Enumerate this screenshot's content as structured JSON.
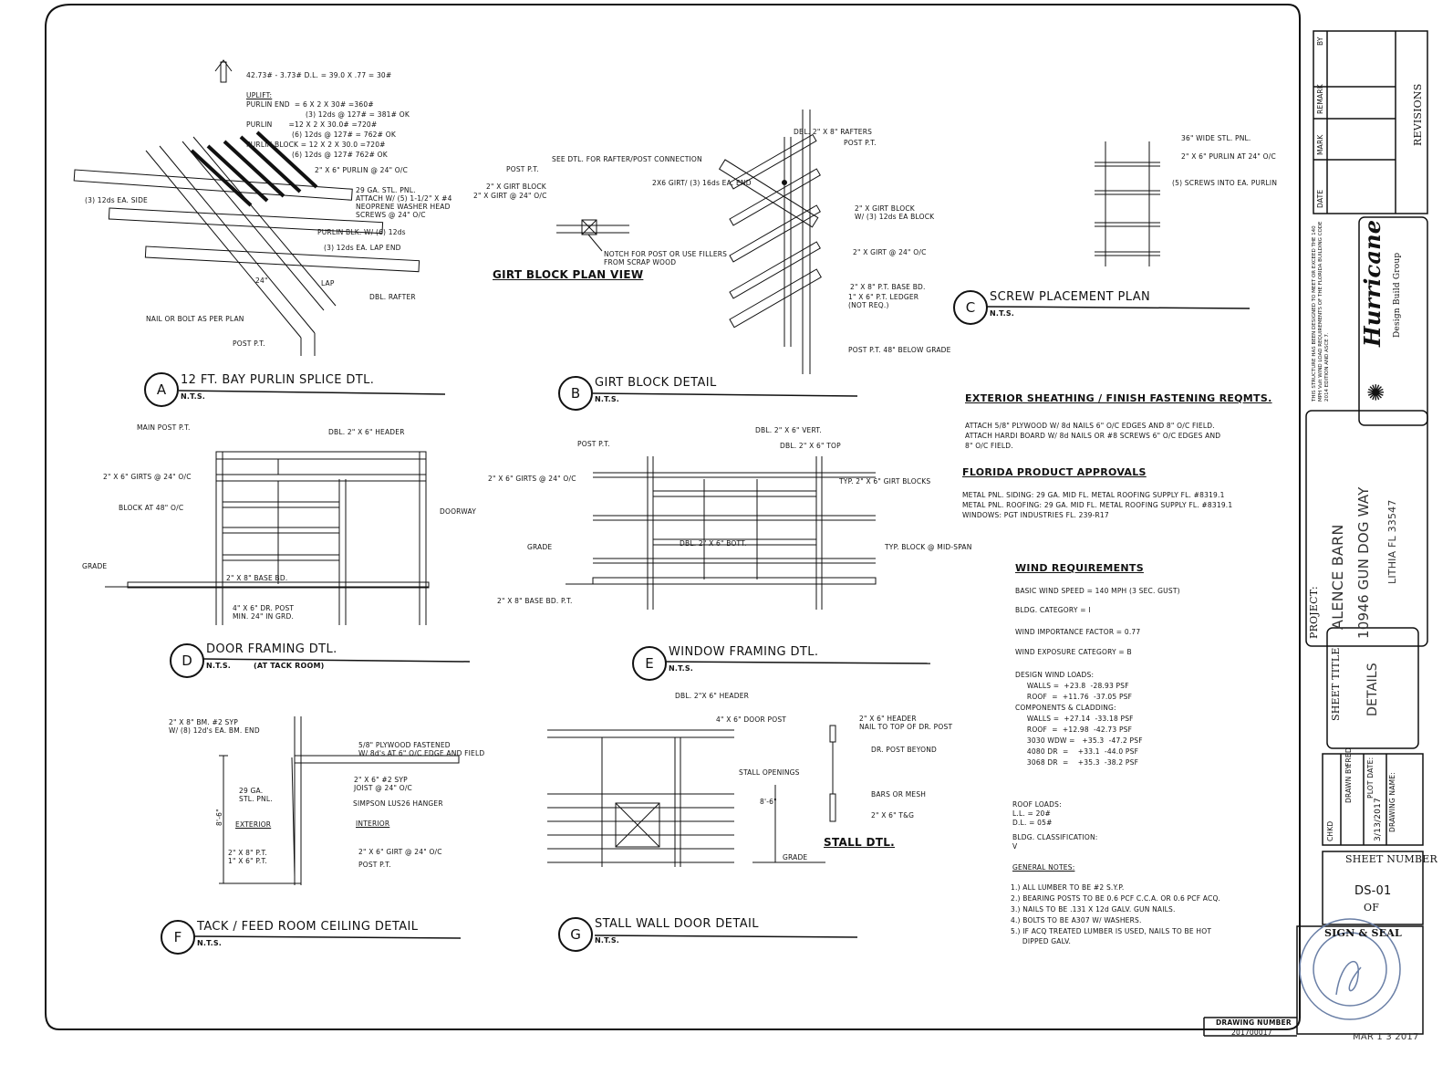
{
  "details": {
    "A": {
      "letter": "A",
      "title": "12 FT. BAY PURLIN SPLICE DTL.",
      "nts": "N.T.S.",
      "calc_top": "42.73# - 3.73# D.L. = 39.0 X .77 = 30#",
      "uplift_title": "UPLIFT:",
      "uplift_lines": [
        "PURLIN END  = 6 X 2 X 30# =360#",
        "(3) 12ds @ 127# = 381# OK",
        "PURLIN       =12 X 2 X 30.0# =720#",
        "(6) 12ds @ 127# = 762# OK",
        "PURLIN BLOCK = 12 X 2 X 30.0 =720#",
        "(6) 12ds @ 127# 762# OK"
      ],
      "labels": {
        "purlin": "2\" X 6\" PURLIN @ 24\" O/C",
        "panel": "29 GA. STL. PNL.\nATTACH W/ (5) 1-1/2\" X #4\nNEOPRENE WASHER HEAD\nSCREWS @ 24\" O/C",
        "side": "(3) 12ds EA. SIDE",
        "purlin_blk": "PURLIN BLK. W/ (6) 12ds",
        "lap_end": "(3) 12ds EA. LAP END",
        "dim24": "24\"",
        "lap": "LAP",
        "dbl_rafter": "DBL. RAFTER",
        "nail": "NAIL OR BOLT AS PER PLAN",
        "post": "POST P.T."
      }
    },
    "B": {
      "letter": "B",
      "title": "GIRT BLOCK DETAIL",
      "nts": "N.T.S.",
      "plan_title": "GIRT BLOCK PLAN VIEW",
      "labels": {
        "see_dtl": "SEE DTL. FOR RAFTER/POST CONNECTION",
        "post": "POST P.T.",
        "girt_block": "2\" X GIRT BLOCK",
        "girt": "2\" X GIRT @ 24\" O/C",
        "notch": "NOTCH FOR POST OR USE FILLERS\nFROM SCRAP WOOD",
        "rafters": "DBL. 2\" X 8\" RAFTERS",
        "post2": "POST P.T.",
        "girt_nail": "2X6 GIRT/ (3) 16ds EA. END",
        "girt_block2": "2\" X GIRT BLOCK\nW/ (3) 12ds EA BLOCK",
        "girt2": "2\" X GIRT @ 24\" O/C",
        "base": "2\" X 8\" P.T. BASE BD.",
        "ledger": "1\" X 6\" P.T. LEDGER\n(NOT REQ.)",
        "below_grade": "POST P.T. 48\" BELOW GRADE"
      }
    },
    "C": {
      "letter": "C",
      "title": "SCREW PLACEMENT PLAN",
      "nts": "N.T.S.",
      "labels": {
        "panel": "36\" WIDE STL. PNL.",
        "purlin": "2\" X 6\" PURLIN AT 24\" O/C",
        "screws": "(5) SCREWS INTO EA. PURLIN"
      }
    },
    "D": {
      "letter": "D",
      "title": "DOOR FRAMING DTL.",
      "nts": "N.T.S.",
      "note": "(AT TACK ROOM)",
      "labels": {
        "main_post": "MAIN POST P.T.",
        "header": "DBL. 2\" X 6\" HEADER",
        "girts": "2\" X 6\" GIRTS @ 24\" O/C",
        "block": "BLOCK AT 48\" O/C",
        "doorway": "DOORWAY",
        "grade": "GRADE",
        "base": "2\" X 8\" BASE BD.",
        "dr_post": "4\" X 6\" DR. POST\nMIN. 24\" IN GRD."
      }
    },
    "E": {
      "letter": "E",
      "title": "WINDOW FRAMING DTL.",
      "nts": "N.T.S.",
      "labels": {
        "vert": "DBL. 2\" X 6\" VERT.",
        "top": "DBL. 2\" X 6\" TOP",
        "post": "POST P.T.",
        "girts": "2\" X 6\" GIRTS @ 24\" O/C",
        "girt_blocks": "TYP. 2\" X 6\" GIRT BLOCKS",
        "bott": "DBL. 2\" X 6\" BOTT.",
        "grade": "GRADE",
        "block": "TYP. BLOCK @ MID-SPAN",
        "base": "2\" X 8\" BASE BD. P.T."
      }
    },
    "F": {
      "letter": "F",
      "title": "TACK / FEED ROOM CEILING DETAIL",
      "nts": "N.T.S.",
      "labels": {
        "bm": "2\" X 8\" BM. #2 SYP\nW/ (8) 12d's EA. BM. END",
        "plywood": "5/8\" PLYWOOD FASTENED\nW/ 8d's AT 6\" O/C EDGE AND FIELD",
        "joist": "2\" X 6\" #2 SYP\nJOIST @ 24\" O/C",
        "panel": "29 GA.\nSTL. PNL.",
        "hanger": "SIMPSON LUS26 HANGER",
        "dim": "8'-6\"",
        "exterior": "EXTERIOR",
        "interior": "INTERIOR",
        "base": "2\" X 8\" P.T.\n1\" X 6\" P.T.",
        "girt": "2\" X 6\" GIRT @ 24\" O/C",
        "post": "POST P.T."
      }
    },
    "G": {
      "letter": "G",
      "title": "STALL WALL DOOR DETAIL",
      "nts": "N.T.S.",
      "stall_title": "STALL DTL.",
      "labels": {
        "header": "DBL. 2\"X 6\" HEADER",
        "door_post": "4\" X 6\" DOOR POST",
        "openings": "STALL OPENINGS",
        "dim": "8'-6\"",
        "grade": "GRADE",
        "hdr2": "2\" X 6\" HEADER\nNAIL TO TOP OF DR. POST",
        "beyond": "DR. POST BEYOND",
        "bars": "BARS OR MESH",
        "tg": "2\" X 6\" T&G"
      }
    }
  },
  "notes": {
    "sheathing_title": "EXTERIOR SHEATHING / FINISH FASTENING REQMTS.",
    "sheathing_text": "ATTACH 5/8\" PLYWOOD W/ 8d NAILS 6\" O/C EDGES AND 8\" O/C FIELD.\nATTACH HARDI BOARD W/ 8d NAILS OR #8 SCREWS 6\" O/C EDGES AND\n8\" O/C FIELD.",
    "approvals_title": "FLORIDA PRODUCT APPROVALS",
    "approvals_text": "METAL PNL. SIDING: 29 GA. MID FL. METAL ROOFING SUPPLY FL. #8319.1\nMETAL PNL. ROOFING: 29 GA. MID FL. METAL ROOFING SUPPLY FL. #8319.1\nWINDOWS: PGT INDUSTRIES FL. 239-R17",
    "wind_title": "WIND REQUIREMENTS",
    "wind_lines": [
      "BASIC WIND SPEED = 140 MPH (3 SEC. GUST)",
      "BLDG. CATEGORY = I",
      "WIND IMPORTANCE FACTOR = 0.77",
      "WIND EXPOSURE CATEGORY = B"
    ],
    "loads_text": "DESIGN WIND LOADS:\n     WALLS =  +23.8  -28.93 PSF\n     ROOF  =  +11.76  -37.05 PSF\nCOMPONENTS & CLADDING:\n     WALLS =  +27.14  -33.18 PSF\n     ROOF  =  +12.98  -42.73 PSF\n     3030 WDW =   +35.3  -47.2 PSF\n     4080 DR  =    +33.1  -44.0 PSF\n     3068 DR  =    +35.3  -38.2 PSF",
    "roof_loads": "ROOF LOADS:\nL.L. = 20#\nD.L. = 05#",
    "classification": "BLDG. CLASSIFICATION:\nV",
    "general_title": "GENERAL NOTES:",
    "general_lines": [
      "1.) ALL LUMBER TO BE #2 S.Y.P.",
      "2.) BEARING POSTS TO BE 0.6 PCF C.C.A. OR 0.6 PCF ACQ.",
      "3.) NAILS TO BE .131 X 12d GALV. GUN NAILS.",
      "4.) BOLTS TO BE A307 W/ WASHERS.",
      "5.) IF ACQ TREATED LUMBER IS USED, NAILS TO BE HOT",
      "     DIPPED GALV."
    ]
  },
  "title_block": {
    "revisions": "REVISIONS",
    "rev_headers": [
      "DATE",
      "MARK",
      "REMARK",
      "BY"
    ],
    "company": "Hurricane",
    "company_sub": "Design Build Group",
    "design_note": "THIS STRUCTURE HAS BEEN DESIGNED TO MEET OR EXCEED THE 140 MPH Vult WIND LOAD REQUIREMENTS OF THE FLORIDA BUILDING CODE 2014 EDITION AND ASCE 7.",
    "project_label": "PROJECT:",
    "project_lines": [
      "ALENCE BARN",
      "10946 GUN DOG WAY",
      "LITHIA FL 33547"
    ],
    "sheet_title_label": "SHEET TITLE",
    "sheet_title": "DETAILS",
    "drawn_by_label": "DRAWN BY:",
    "drawn_by": "FRED",
    "chkd_label": "CHKD",
    "plot_date_label": "PLOT DATE:",
    "plot_date": "3/13/2017",
    "drawing_name_label": "DRAWING NAME:",
    "sheet_number_label": "SHEET NUMBER",
    "sheet_number": "DS-01",
    "of_label": "OF",
    "sign_seal": "SIGN & SEAL",
    "seal_date": "MAR 1 3 2017",
    "drawing_number_label": "DRAWING NUMBER",
    "drawing_number": "201700017"
  }
}
